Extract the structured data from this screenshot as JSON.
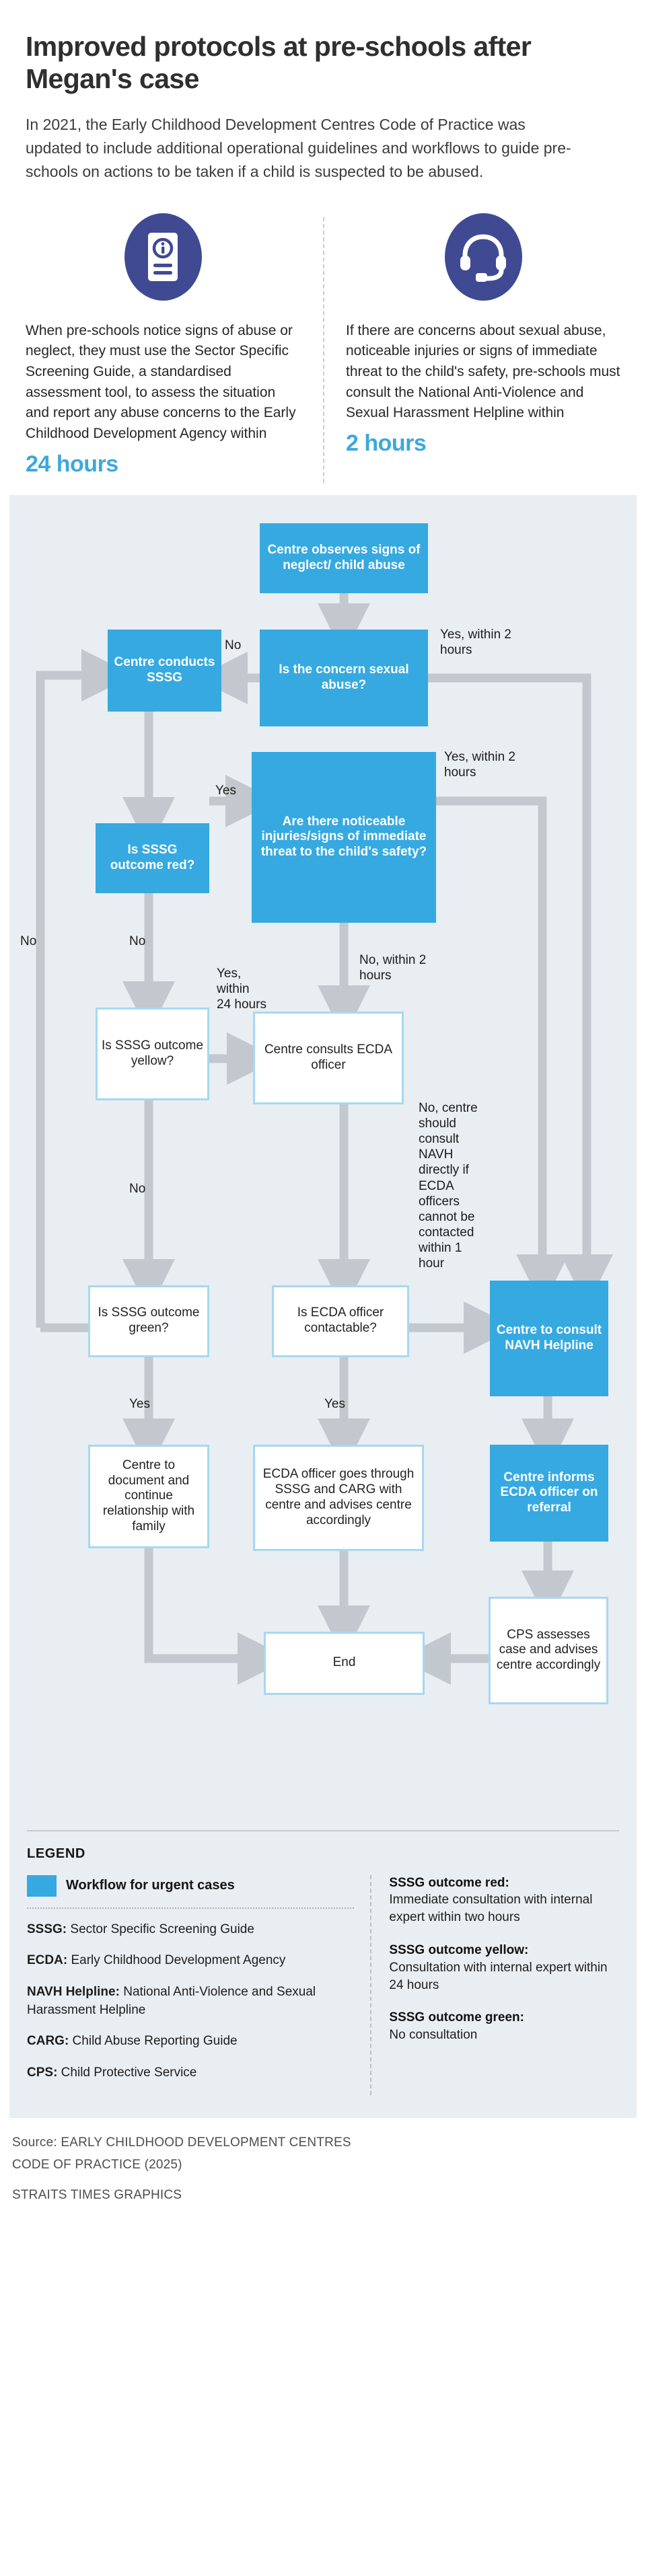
{
  "header": {
    "headline": "Improved protocols at pre-schools after Megan's case",
    "standfirst": "In 2021, the Early Childhood Development Centres Code of Practice was updated to include additional operational guidelines and workflows to guide pre-schools on actions to be taken if a child is suspected to be abused."
  },
  "intro": {
    "columns": [
      {
        "icon": "document-info-icon",
        "body": "When pre-schools notice signs of abuse or neglect, they must use the Sector Specific Screening Guide, a standardised assessment tool, to assess the situation and report any abuse concerns to the Early Childhood Development Agency within",
        "hours": "24 hours"
      },
      {
        "icon": "headset-icon",
        "body": "If there are concerns about sexual abuse, noticeable injuries or signs of immediate threat to the child's safety, pre-schools must consult the National Anti-Violence and Sexual Harassment Helpline within",
        "hours": "2 hours"
      }
    ]
  },
  "flow": {
    "nodes": {
      "observe": "Centre observes signs of neglect/ child abuse",
      "sexual_abuse": "Is the concern sexual abuse?",
      "conducts_sssg": "Centre conducts SSSG",
      "sssg_red": "Is SSSG outcome red?",
      "noticeable": "Are there noticeable injuries/signs of immediate threat to the child's safety?",
      "sssg_yellow": "Is SSSG outcome yellow?",
      "consults_ecda": "Centre consults ECDA officer",
      "sssg_green": "Is SSSG outcome green?",
      "ecda_contactable": "Is ECDA officer contactable?",
      "consult_navh": "Centre to consult NAVH Helpline",
      "document": "Centre to document and continue relationship with family",
      "ecda_goes": "ECDA officer goes through SSSG and CARG with centre and advises centre accordingly",
      "informs_ecda": "Centre informs ECDA officer on referral",
      "cps": "CPS assesses case and advises centre accordingly",
      "end": "End"
    },
    "labels": {
      "no_sexual": "No",
      "yes_2h_sexual": "Yes, within 2 hours",
      "yes_red": "Yes",
      "no_left": "No",
      "no_red": "No",
      "yes_2h_notice": "Yes, within 2 hours",
      "no_2h_notice": "No, within 2 hours",
      "yes_24h": "Yes, within 24 hours",
      "no_yellow": "No",
      "no_centre_navh": "No, centre should consult NAVH directly if ECDA officers cannot be contacted within 1 hour",
      "yes_green": "Yes",
      "yes_contactable": "Yes"
    }
  },
  "legend": {
    "title": "LEGEND",
    "swatch_label": "Workflow for urgent cases",
    "swatch_color": "#36a9e1",
    "abbreviations": [
      {
        "term": "SSSG:",
        "definition": " Sector Specific Screening Guide"
      },
      {
        "term": "ECDA:",
        "definition": " Early Childhood Development Agency"
      },
      {
        "term": "NAVH Helpline:",
        "definition": " National Anti-Violence and Sexual Harassment Helpline"
      },
      {
        "term": "CARG:",
        "definition": " Child Abuse Reporting Guide"
      },
      {
        "term": "CPS:",
        "definition": " Child Protective Service"
      }
    ],
    "outcomes": [
      {
        "heading": "SSSG outcome red:",
        "body": "Immediate consultation with internal expert within two hours"
      },
      {
        "heading": "SSSG outcome yellow:",
        "body": "Consultation with internal expert within 24 hours"
      },
      {
        "heading": "SSSG outcome green:",
        "body": "No consultation"
      }
    ]
  },
  "footer": {
    "source_line1": "Source: EARLY CHILDHOOD DEVELOPMENT CENTRES",
    "source_line2": "CODE OF PRACTICE (2025)",
    "credit": "STRAITS TIMES GRAPHICS"
  }
}
